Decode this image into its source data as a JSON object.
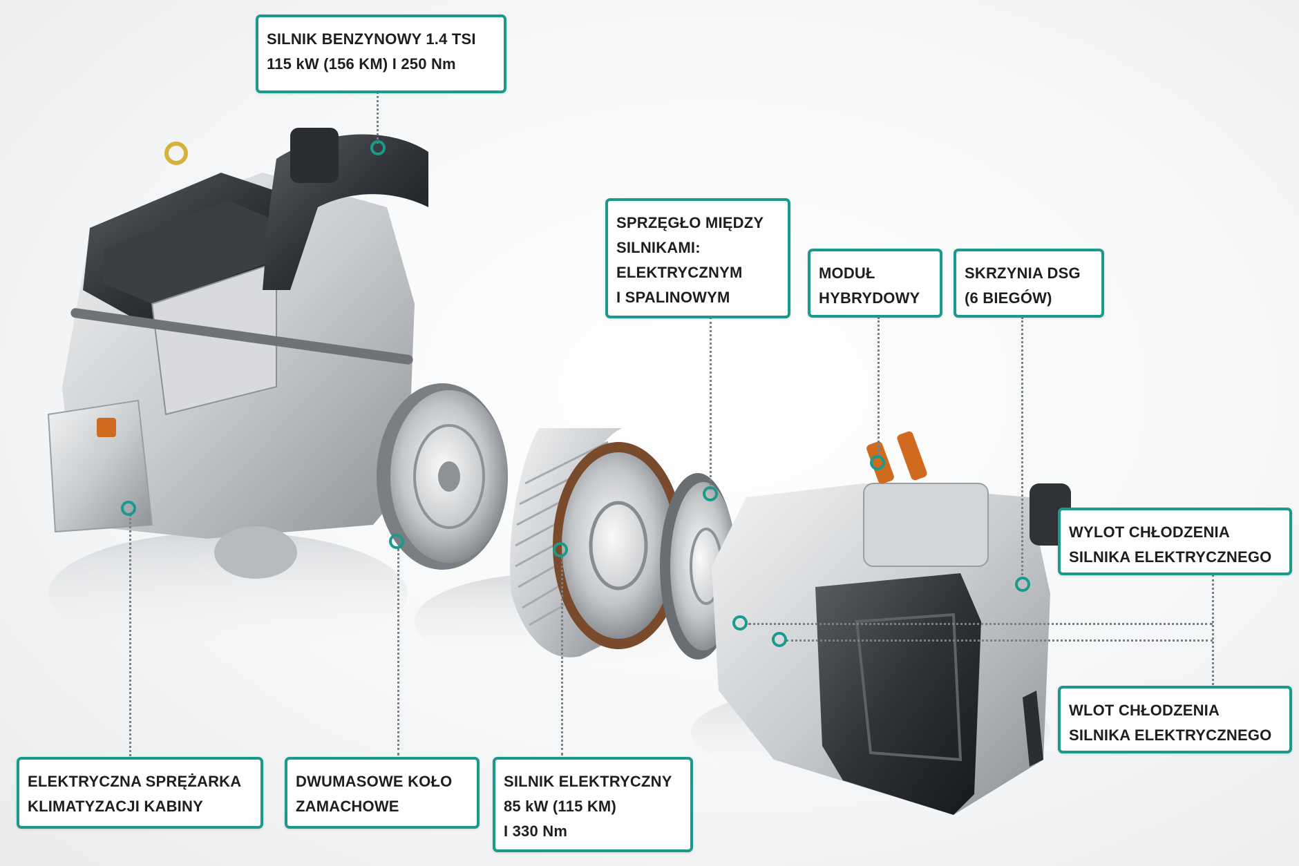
{
  "accent_color": "#1b9a8c",
  "callouts": {
    "petrol_engine": [
      "SILNIK BENZYNOWY 1.4 TSI",
      "115 kW (156 KM) I 250 Nm"
    ],
    "clutch": [
      "SPRZĘGŁO MIĘDZY",
      "SILNIKAMI:",
      "ELEKTRYCZNYM",
      "I SPALINOWYM"
    ],
    "hybrid_module": [
      "MODUŁ",
      "HYBRYDOWY"
    ],
    "dsg_gearbox": [
      "SKRZYNIA DSG",
      "(6 BIEGÓW)"
    ],
    "cooling_outlet": [
      "WYLOT CHŁODZENIA",
      "SILNIKA ELEKTRYCZNEGO"
    ],
    "cooling_inlet": [
      "WLOT CHŁODZENIA",
      "SILNIKA ELEKTRYCZNEGO"
    ],
    "ac_compressor": [
      "ELEKTRYCZNA SPRĘŻARKA",
      "KLIMATYZACJI KABINY"
    ],
    "flywheel": [
      "DWUMASOWE KOŁO",
      "ZAMACHOWE"
    ],
    "electric_motor": [
      "SILNIK ELEKTRYCZNY",
      "85 kW (115 KM)",
      "I 330 Nm"
    ]
  }
}
